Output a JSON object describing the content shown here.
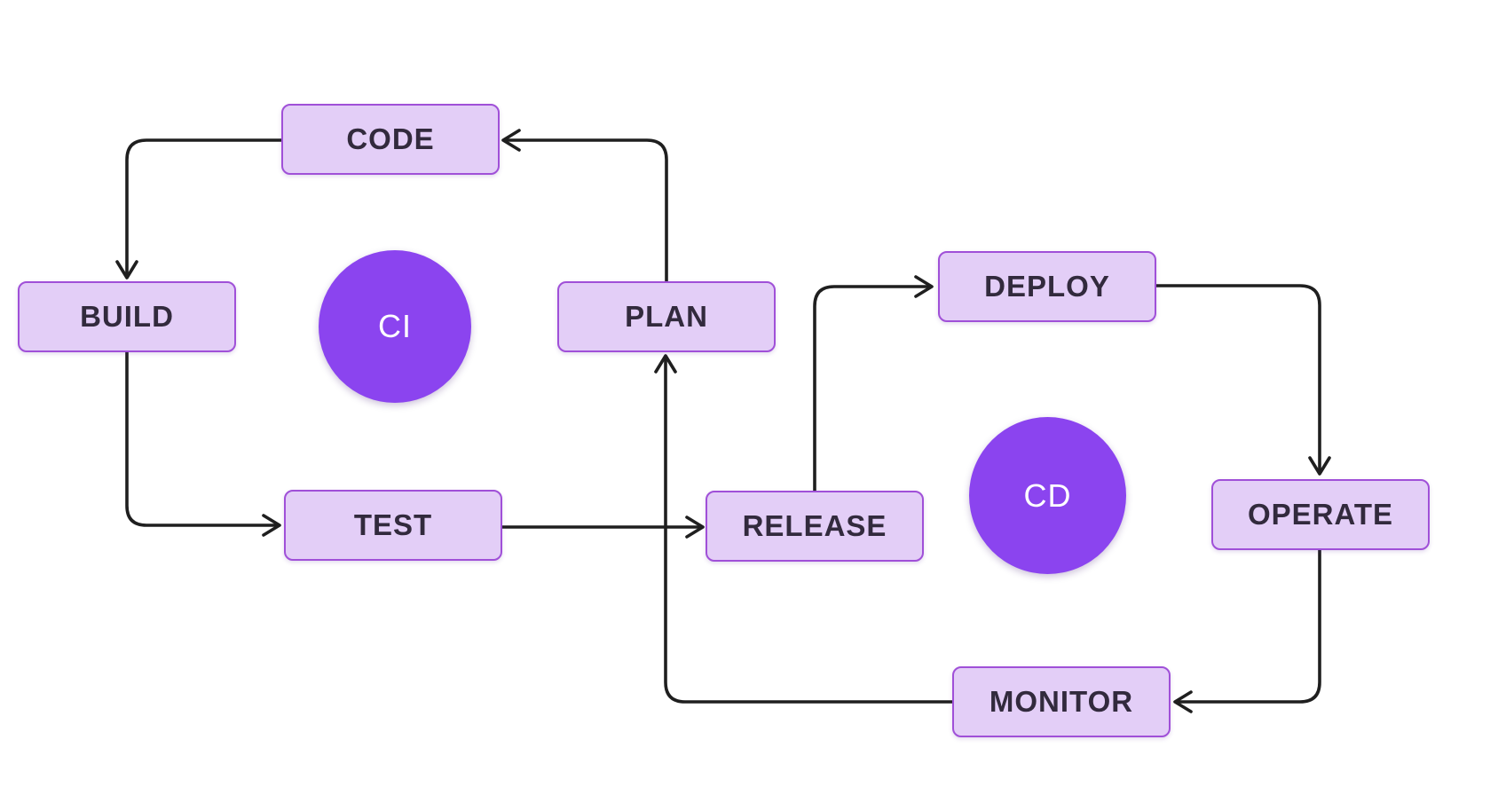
{
  "diagram": {
    "type": "flowchart",
    "description": "CI/CD DevOps pipeline loop diagram",
    "nodes": [
      {
        "id": "code",
        "label": "CODE"
      },
      {
        "id": "build",
        "label": "BUILD"
      },
      {
        "id": "test",
        "label": "TEST"
      },
      {
        "id": "plan",
        "label": "PLAN"
      },
      {
        "id": "release",
        "label": "RELEASE"
      },
      {
        "id": "deploy",
        "label": "DEPLOY"
      },
      {
        "id": "operate",
        "label": "OPERATE"
      },
      {
        "id": "monitor",
        "label": "MONITOR"
      }
    ],
    "circles": [
      {
        "id": "ci",
        "label": "CI"
      },
      {
        "id": "cd",
        "label": "CD"
      }
    ],
    "edges": [
      {
        "from": "PLAN",
        "to": "CODE"
      },
      {
        "from": "CODE",
        "to": "BUILD"
      },
      {
        "from": "BUILD",
        "to": "TEST"
      },
      {
        "from": "TEST",
        "to": "RELEASE"
      },
      {
        "from": "MONITOR",
        "to": "PLAN"
      },
      {
        "from": "RELEASE",
        "to": "DEPLOY"
      },
      {
        "from": "DEPLOY",
        "to": "OPERATE"
      },
      {
        "from": "OPERATE",
        "to": "MONITOR"
      }
    ],
    "colors": {
      "background": "#ffffff",
      "node_fill": "#e3cef7",
      "node_border": "#a050d8",
      "node_text": "#322a3d",
      "circle_fill": "#8b44ef",
      "circle_text": "#ffffff",
      "connector": "#1f1f1f"
    }
  }
}
